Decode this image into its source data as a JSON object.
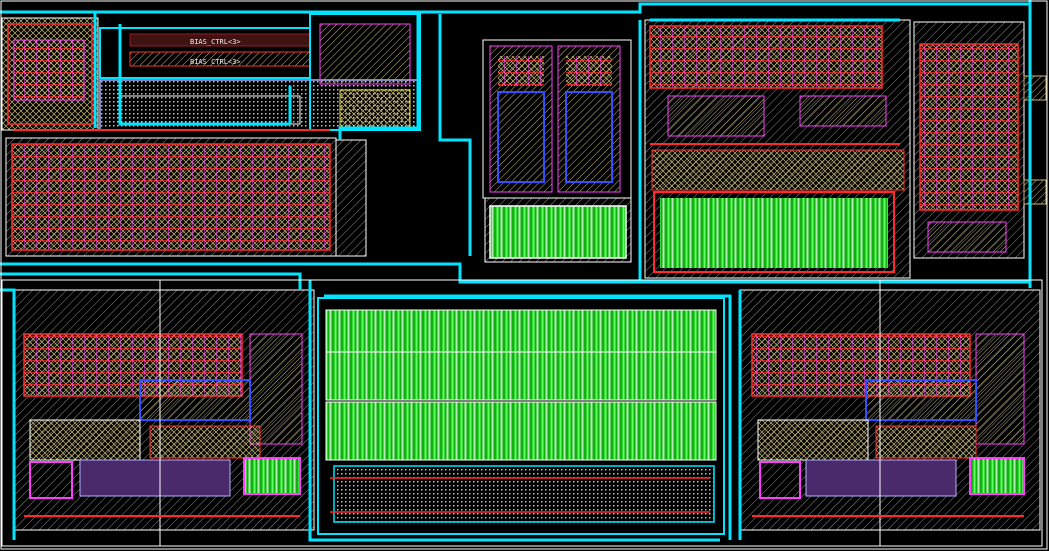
{
  "view": {
    "background": "#000000",
    "layers": {
      "metal_route": "#00e5ff",
      "metal2": "#b0b0ff",
      "poly": "#ff2020",
      "diffusion": "#20d020",
      "well_hatch": "#c8b878",
      "contact": "#ff40ff",
      "outline": "#ffffff",
      "gray_hatch": "#9a9a9a",
      "yellow": "#e8e040",
      "blue": "#3050ff"
    }
  },
  "blocks": [
    {
      "id": "top-left-logic"
    },
    {
      "id": "left-capacitor-array"
    },
    {
      "id": "center-top-pair"
    },
    {
      "id": "center-top-transistors"
    },
    {
      "id": "top-right-amplifier"
    },
    {
      "id": "right-column-stack"
    },
    {
      "id": "bottom-left-opamp"
    },
    {
      "id": "center-big-array"
    },
    {
      "id": "bottom-right-opamp"
    }
  ],
  "labels": {
    "top_label_1": "BIAS_CTRL<3>",
    "top_label_2": "BIAS_CTRL<3>"
  }
}
